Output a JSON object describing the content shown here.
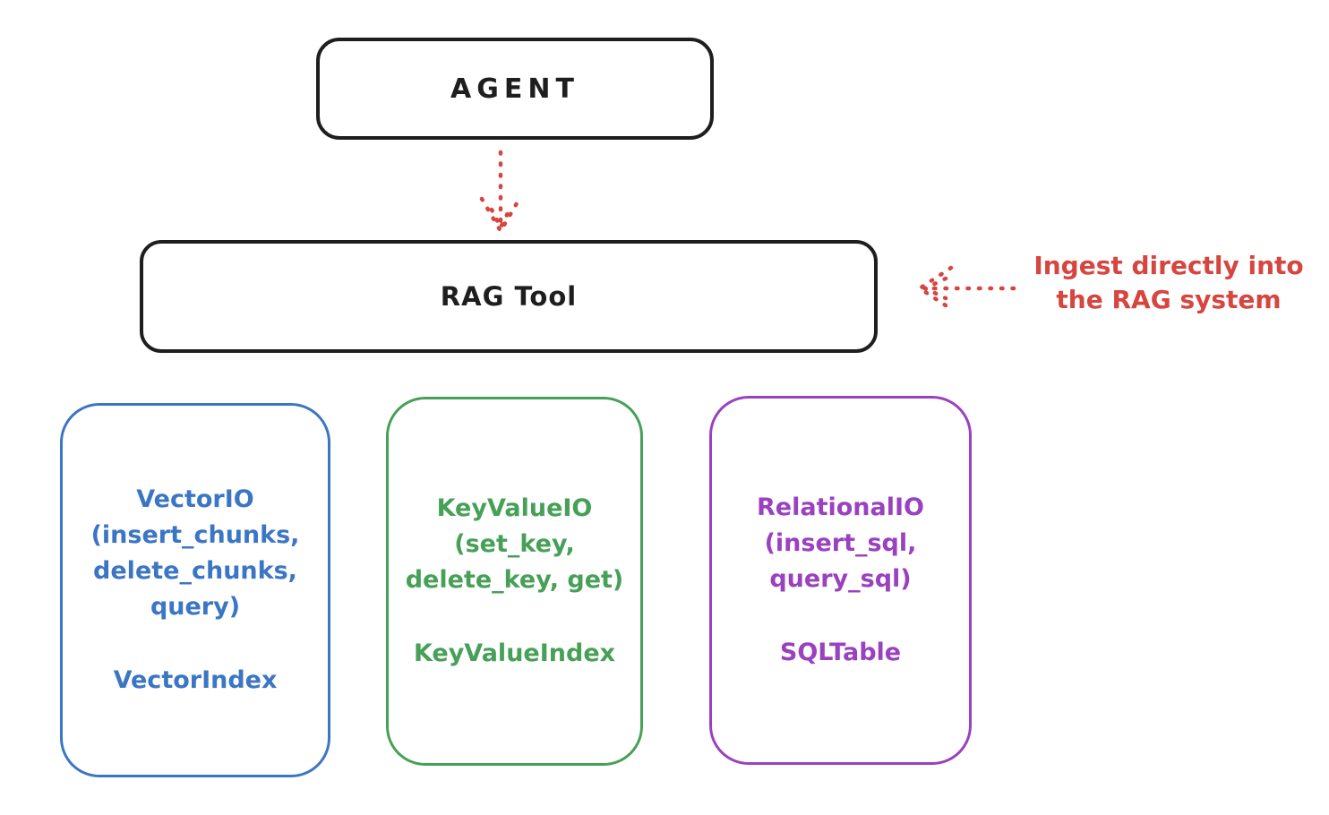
{
  "colors": {
    "ink": "#1e1e1e",
    "red": "#d6453f",
    "blue": "#3b76c5",
    "green": "#47a057",
    "purple": "#9a41c0",
    "background": "#ffffff"
  },
  "nodes": {
    "agent": {
      "label": "AGENT"
    },
    "rag_tool": {
      "label": "RAG Tool"
    },
    "vector_io": {
      "title": "VectorIO\n(insert_chunks,\ndelete_chunks,\nquery)",
      "index": "VectorIndex",
      "color": "#3b76c5"
    },
    "key_value_io": {
      "title": "KeyValueIO\n(set_key,\ndelete_key, get)",
      "index": "KeyValueIndex",
      "color": "#47a057"
    },
    "relational_io": {
      "title": "RelationalIO\n(insert_sql,\nquery_sql)",
      "index": "SQLTable",
      "color": "#9a41c0"
    }
  },
  "annotations": {
    "ingest_note": "Ingest directly into\nthe RAG system"
  },
  "edges": [
    {
      "from": "agent",
      "to": "rag_tool",
      "style": "dotted-arrow",
      "color": "#d6453f"
    },
    {
      "from": "ingest_note",
      "to": "rag_tool",
      "style": "dotted-arrow",
      "color": "#d6453f"
    }
  ]
}
